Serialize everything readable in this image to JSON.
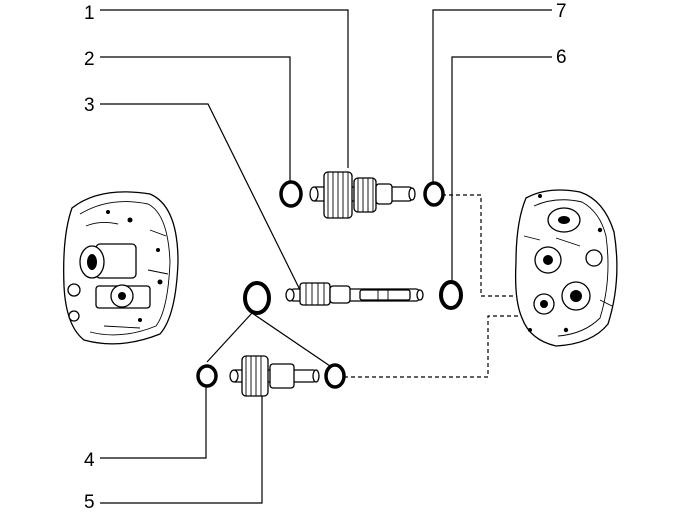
{
  "diagram": {
    "callouts": [
      {
        "id": "1",
        "part": "driven-gear-shaft"
      },
      {
        "id": "2",
        "part": "washer-left-upper"
      },
      {
        "id": "3",
        "part": "main-shaft"
      },
      {
        "id": "4",
        "part": "washer-lower-left"
      },
      {
        "id": "5",
        "part": "lower-gear-shaft"
      },
      {
        "id": "6",
        "part": "washer-right-middle"
      },
      {
        "id": "7",
        "part": "washer-right-upper"
      }
    ]
  }
}
